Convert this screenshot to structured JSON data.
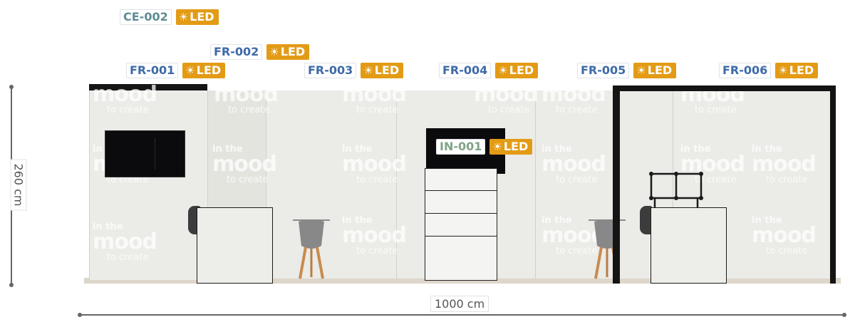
{
  "labels": [
    {
      "id": "ce-002",
      "code": "CE-002",
      "led": "LED",
      "color": "#5e8c95"
    },
    {
      "id": "fr-002",
      "code": "FR-002",
      "led": "LED",
      "color": "#3d6aa8"
    },
    {
      "id": "fr-001",
      "code": "FR-001",
      "led": "LED",
      "color": "#3d6aa8"
    },
    {
      "id": "fr-003",
      "code": "FR-003",
      "led": "LED",
      "color": "#3d6aa8"
    },
    {
      "id": "fr-004",
      "code": "FR-004",
      "led": "LED",
      "color": "#3d6aa8"
    },
    {
      "id": "fr-005",
      "code": "FR-005",
      "led": "LED",
      "color": "#3d6aa8"
    },
    {
      "id": "fr-006",
      "code": "FR-006",
      "led": "LED",
      "color": "#3d6aa8"
    },
    {
      "id": "in-001",
      "code": "IN-001",
      "led": "LED",
      "color": "#7fa386"
    }
  ],
  "dimensions": {
    "height": "260 cm",
    "width": "1000 cm"
  },
  "watermark": {
    "small": "in the",
    "big": "mood",
    "tagline": "to create"
  },
  "icons": {
    "led": "sun-icon"
  },
  "colors": {
    "led_badge": "#e39b16",
    "frame_label": "#3d6aa8",
    "wall": "#ebebe7",
    "floor": "#ddd6ca"
  }
}
